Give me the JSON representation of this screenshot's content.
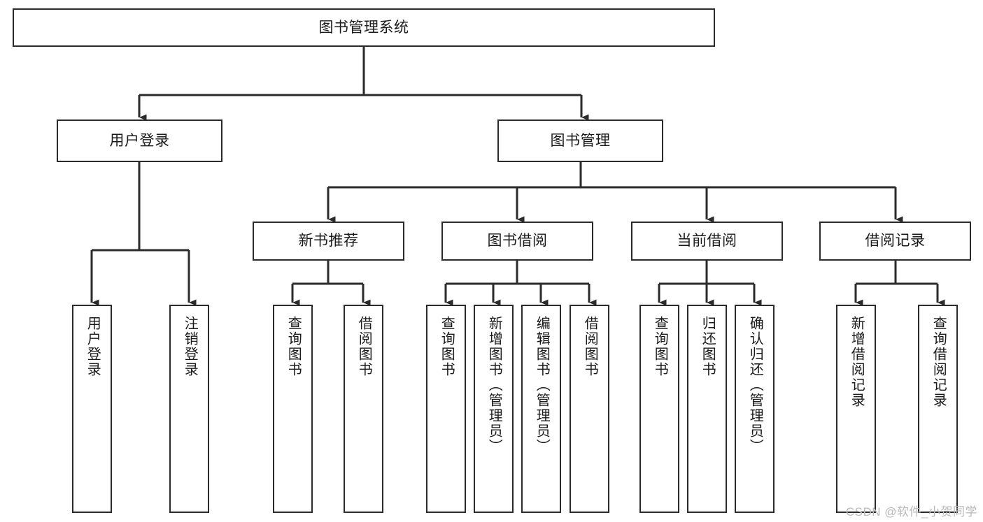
{
  "diagram": {
    "type": "tree",
    "title": "图书管理系统",
    "orientation": "top-down",
    "edge_style": "orthogonal-arrow",
    "colors": {
      "border": "#2b2b2b",
      "background": "#ffffff",
      "text": "#1a1a1a",
      "watermark": "#b9b9b9"
    },
    "levels": {
      "root": {
        "label": "图书管理系统"
      },
      "level2": [
        {
          "label": "用户登录"
        },
        {
          "label": "图书管理"
        }
      ],
      "level3": [
        {
          "label": "新书推荐"
        },
        {
          "label": "图书借阅"
        },
        {
          "label": "当前借阅"
        },
        {
          "label": "借阅记录"
        }
      ]
    },
    "nodes": {
      "root": {
        "label": "图书管理系统"
      },
      "user_login": {
        "label": "用户登录"
      },
      "book_manage": {
        "label": "图书管理"
      },
      "new_book_rec": {
        "label": "新书推荐"
      },
      "book_borrow": {
        "label": "图书借阅"
      },
      "current_borrow": {
        "label": "当前借阅"
      },
      "borrow_record": {
        "label": "借阅记录"
      }
    },
    "leaves": {
      "user_login": [
        {
          "label": "用户登录"
        },
        {
          "label": "注销登录"
        }
      ],
      "new_book_rec": [
        {
          "label": "查询图书"
        },
        {
          "label": "借阅图书"
        }
      ],
      "book_borrow": [
        {
          "label": "查询图书"
        },
        {
          "label": "新增图书（管理员）"
        },
        {
          "label": "编辑图书（管理员）"
        },
        {
          "label": "借阅图书"
        }
      ],
      "current_borrow": [
        {
          "label": "查询图书"
        },
        {
          "label": "归还图书"
        },
        {
          "label": "确认归还（管理员）"
        }
      ],
      "borrow_record": [
        {
          "label": "新增借阅记录"
        },
        {
          "label": "查询借阅记录"
        }
      ]
    }
  },
  "watermark": {
    "text": "CSDN @软件_小贺同学"
  }
}
